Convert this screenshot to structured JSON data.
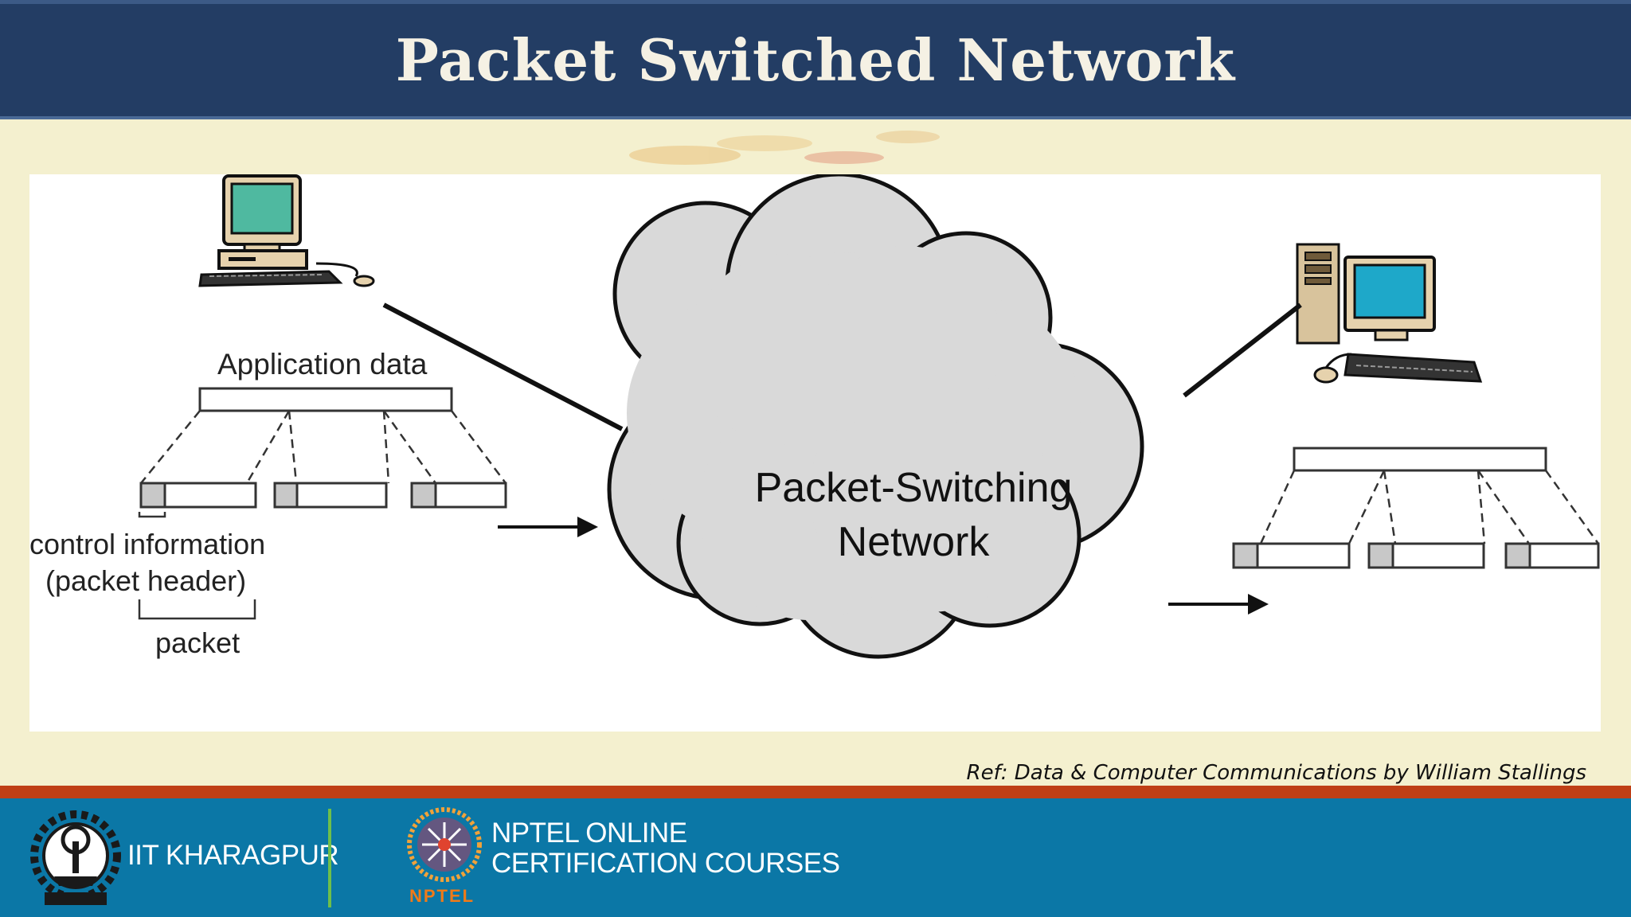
{
  "slide": {
    "title": "Packet Switched Network",
    "reference": "Ref: Data & Computer Communications by William Stallings"
  },
  "diagram": {
    "application_data_label": "Application data",
    "control_info_label_line1": "control information",
    "control_info_label_line2": "(packet header)",
    "packet_label": "packet",
    "cloud_label_line1": "Packet-Switching",
    "cloud_label_line2": "Network",
    "icons": [
      "desktop-computer-icon",
      "tower-computer-icon",
      "cloud-icon",
      "arrow-right-icon"
    ],
    "colors": {
      "cloud_fill": "#d9d9d9",
      "screen_left": "#4fb9a0",
      "screen_right": "#1ea8c9"
    }
  },
  "footer": {
    "institute_label": "IIT KHARAGPUR",
    "course_line1": "NPTEL ONLINE",
    "course_line2": "CERTIFICATION COURSES",
    "nptel_logo_text": "NPTEL",
    "colors": {
      "bar": "#0b77a6",
      "stripe": "#bf3f16",
      "divider": "#6fbf4a"
    }
  }
}
